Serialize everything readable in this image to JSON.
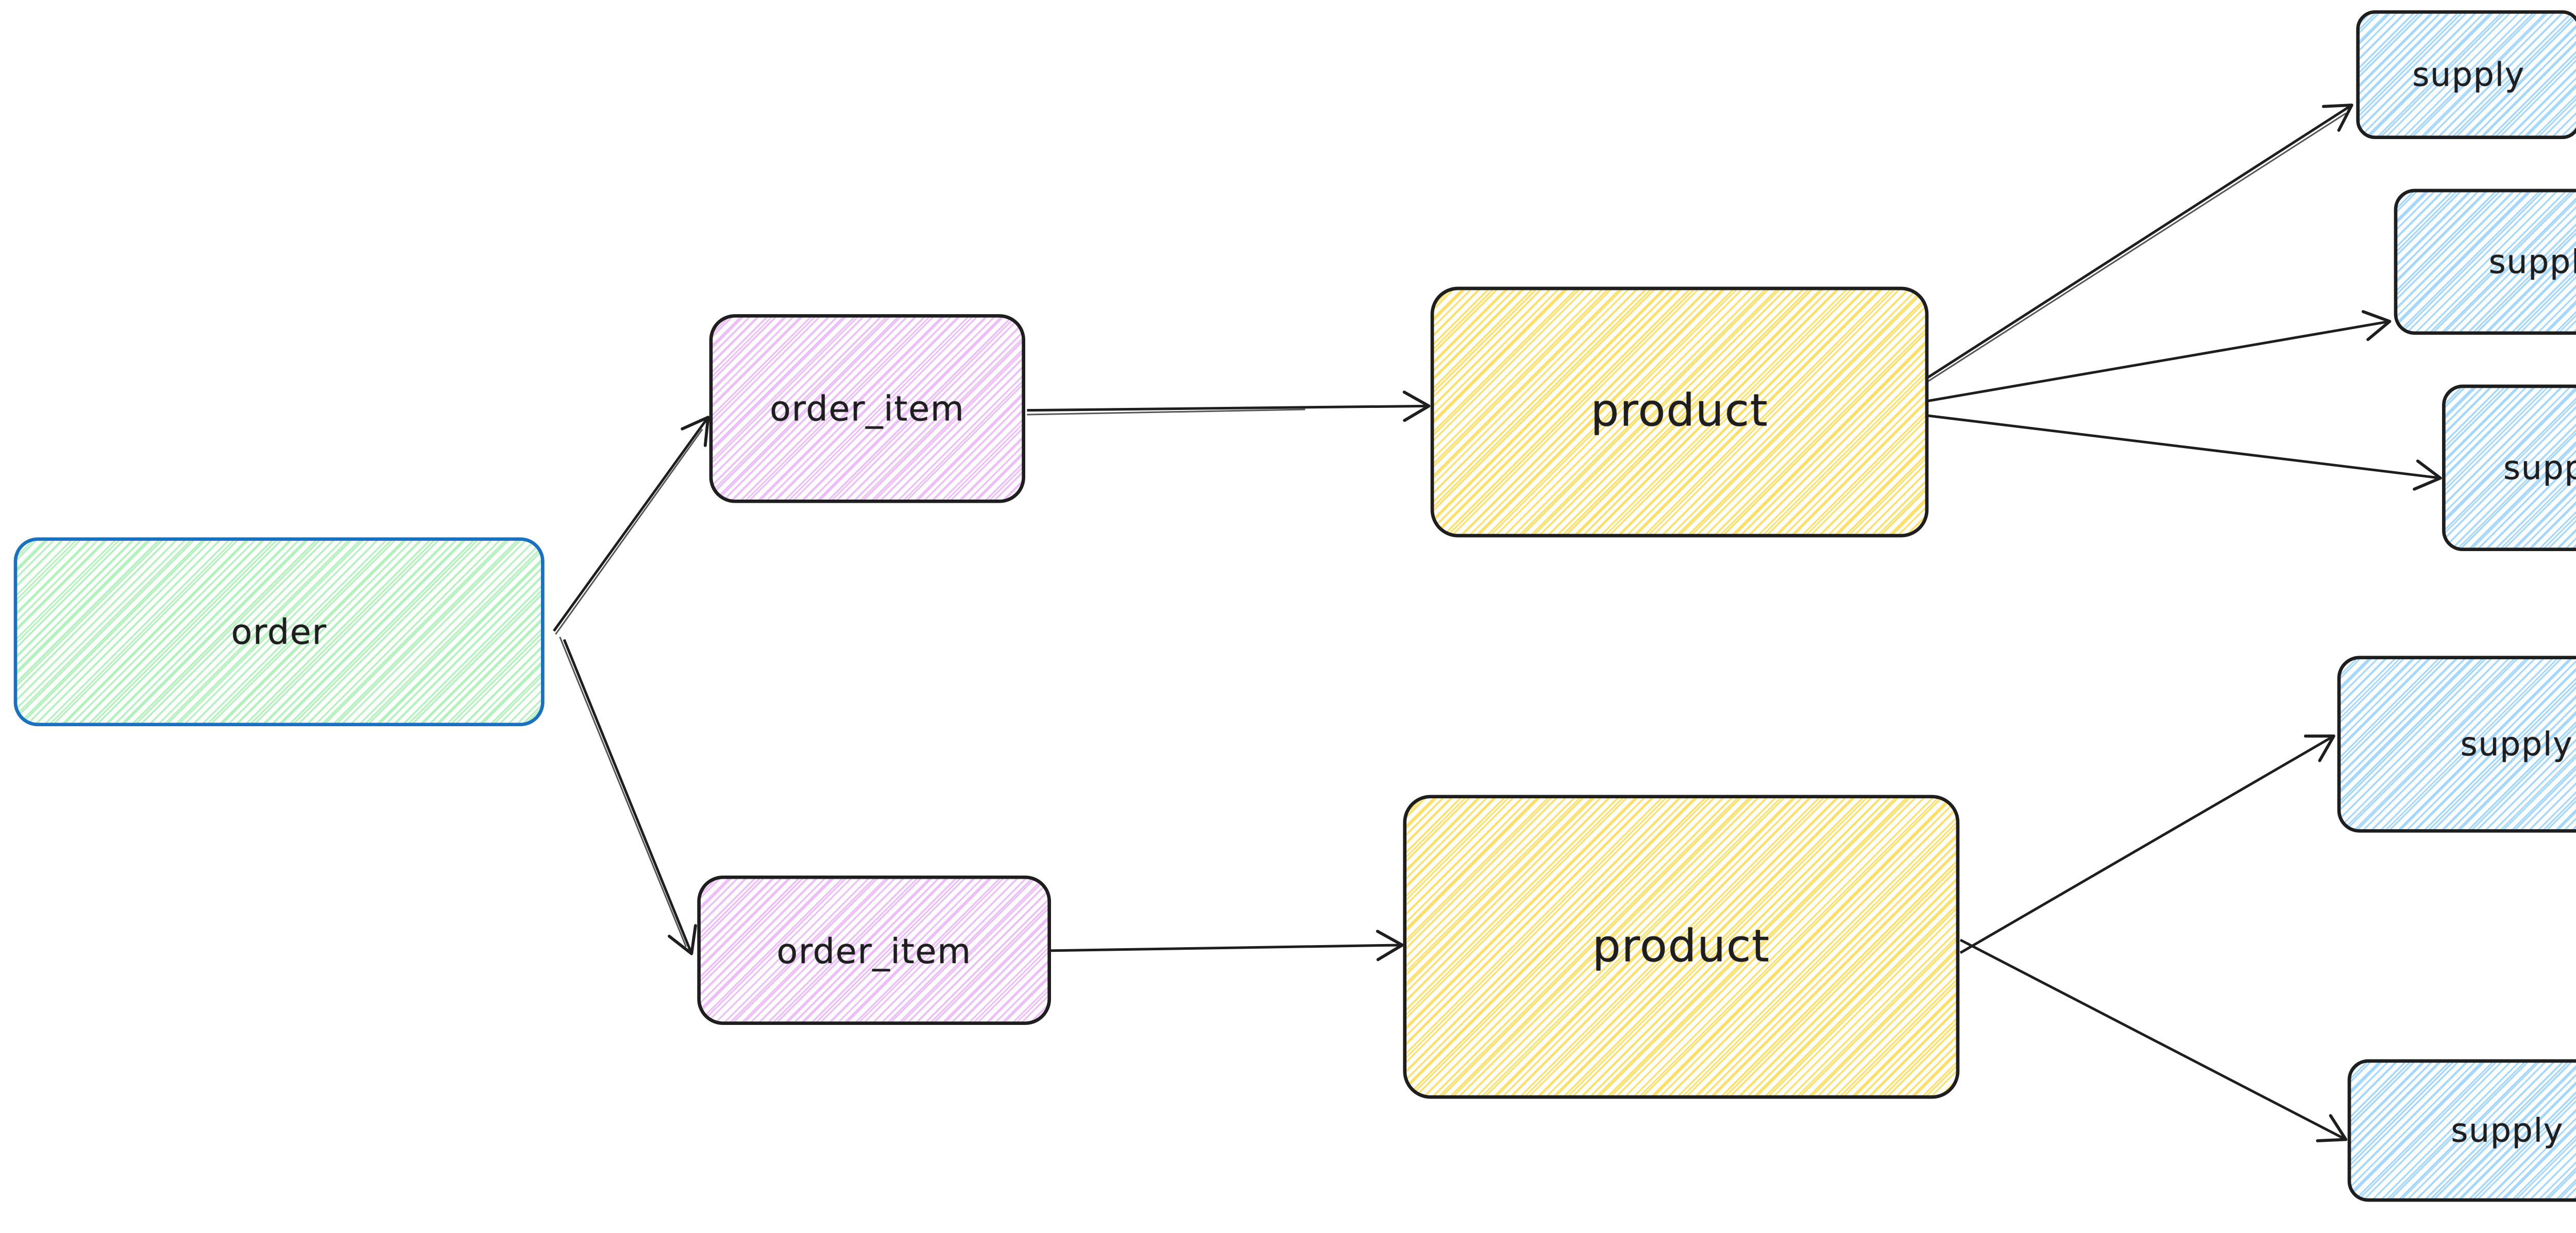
{
  "canvas": {
    "background_color": "#ffffff",
    "style": "hand-drawn whiteboard diagram",
    "arrow_color": "#1e1e1e",
    "text_color": "#1e1e1e"
  },
  "nodes": [
    {
      "id": "order",
      "label": "order",
      "border_color": "#1971c2",
      "hatch_color": "#b2f2bb"
    },
    {
      "id": "oi-top",
      "label": "order_item",
      "border_color": "#1e1e1e",
      "hatch_color": "#eebefa"
    },
    {
      "id": "oi-bottom",
      "label": "order_item",
      "border_color": "#1e1e1e",
      "hatch_color": "#eebefa"
    },
    {
      "id": "product-top",
      "label": "product",
      "border_color": "#1e1e1e",
      "hatch_color": "#ffe066"
    },
    {
      "id": "product-bottom",
      "label": "product",
      "border_color": "#1e1e1e",
      "hatch_color": "#ffe066"
    },
    {
      "id": "supply-1",
      "label": "supply",
      "border_color": "#1e1e1e",
      "hatch_color": "#a5d8ff"
    },
    {
      "id": "supply-2",
      "label": "supply",
      "border_color": "#1e1e1e",
      "hatch_color": "#a5d8ff"
    },
    {
      "id": "supply-3",
      "label": "supply",
      "border_color": "#1e1e1e",
      "hatch_color": "#a5d8ff"
    },
    {
      "id": "supply-4",
      "label": "supply",
      "border_color": "#1e1e1e",
      "hatch_color": "#a5d8ff"
    },
    {
      "id": "supply-5",
      "label": "supply",
      "border_color": "#1e1e1e",
      "hatch_color": "#a5d8ff"
    }
  ],
  "edges": [
    {
      "from": "order",
      "to": "oi-top"
    },
    {
      "from": "order",
      "to": "oi-bottom"
    },
    {
      "from": "oi-top",
      "to": "product-top"
    },
    {
      "from": "oi-bottom",
      "to": "product-bottom"
    },
    {
      "from": "product-top",
      "to": "supply-1"
    },
    {
      "from": "product-top",
      "to": "supply-2"
    },
    {
      "from": "product-top",
      "to": "supply-3"
    },
    {
      "from": "product-bottom",
      "to": "supply-4"
    },
    {
      "from": "product-bottom",
      "to": "supply-5"
    }
  ]
}
